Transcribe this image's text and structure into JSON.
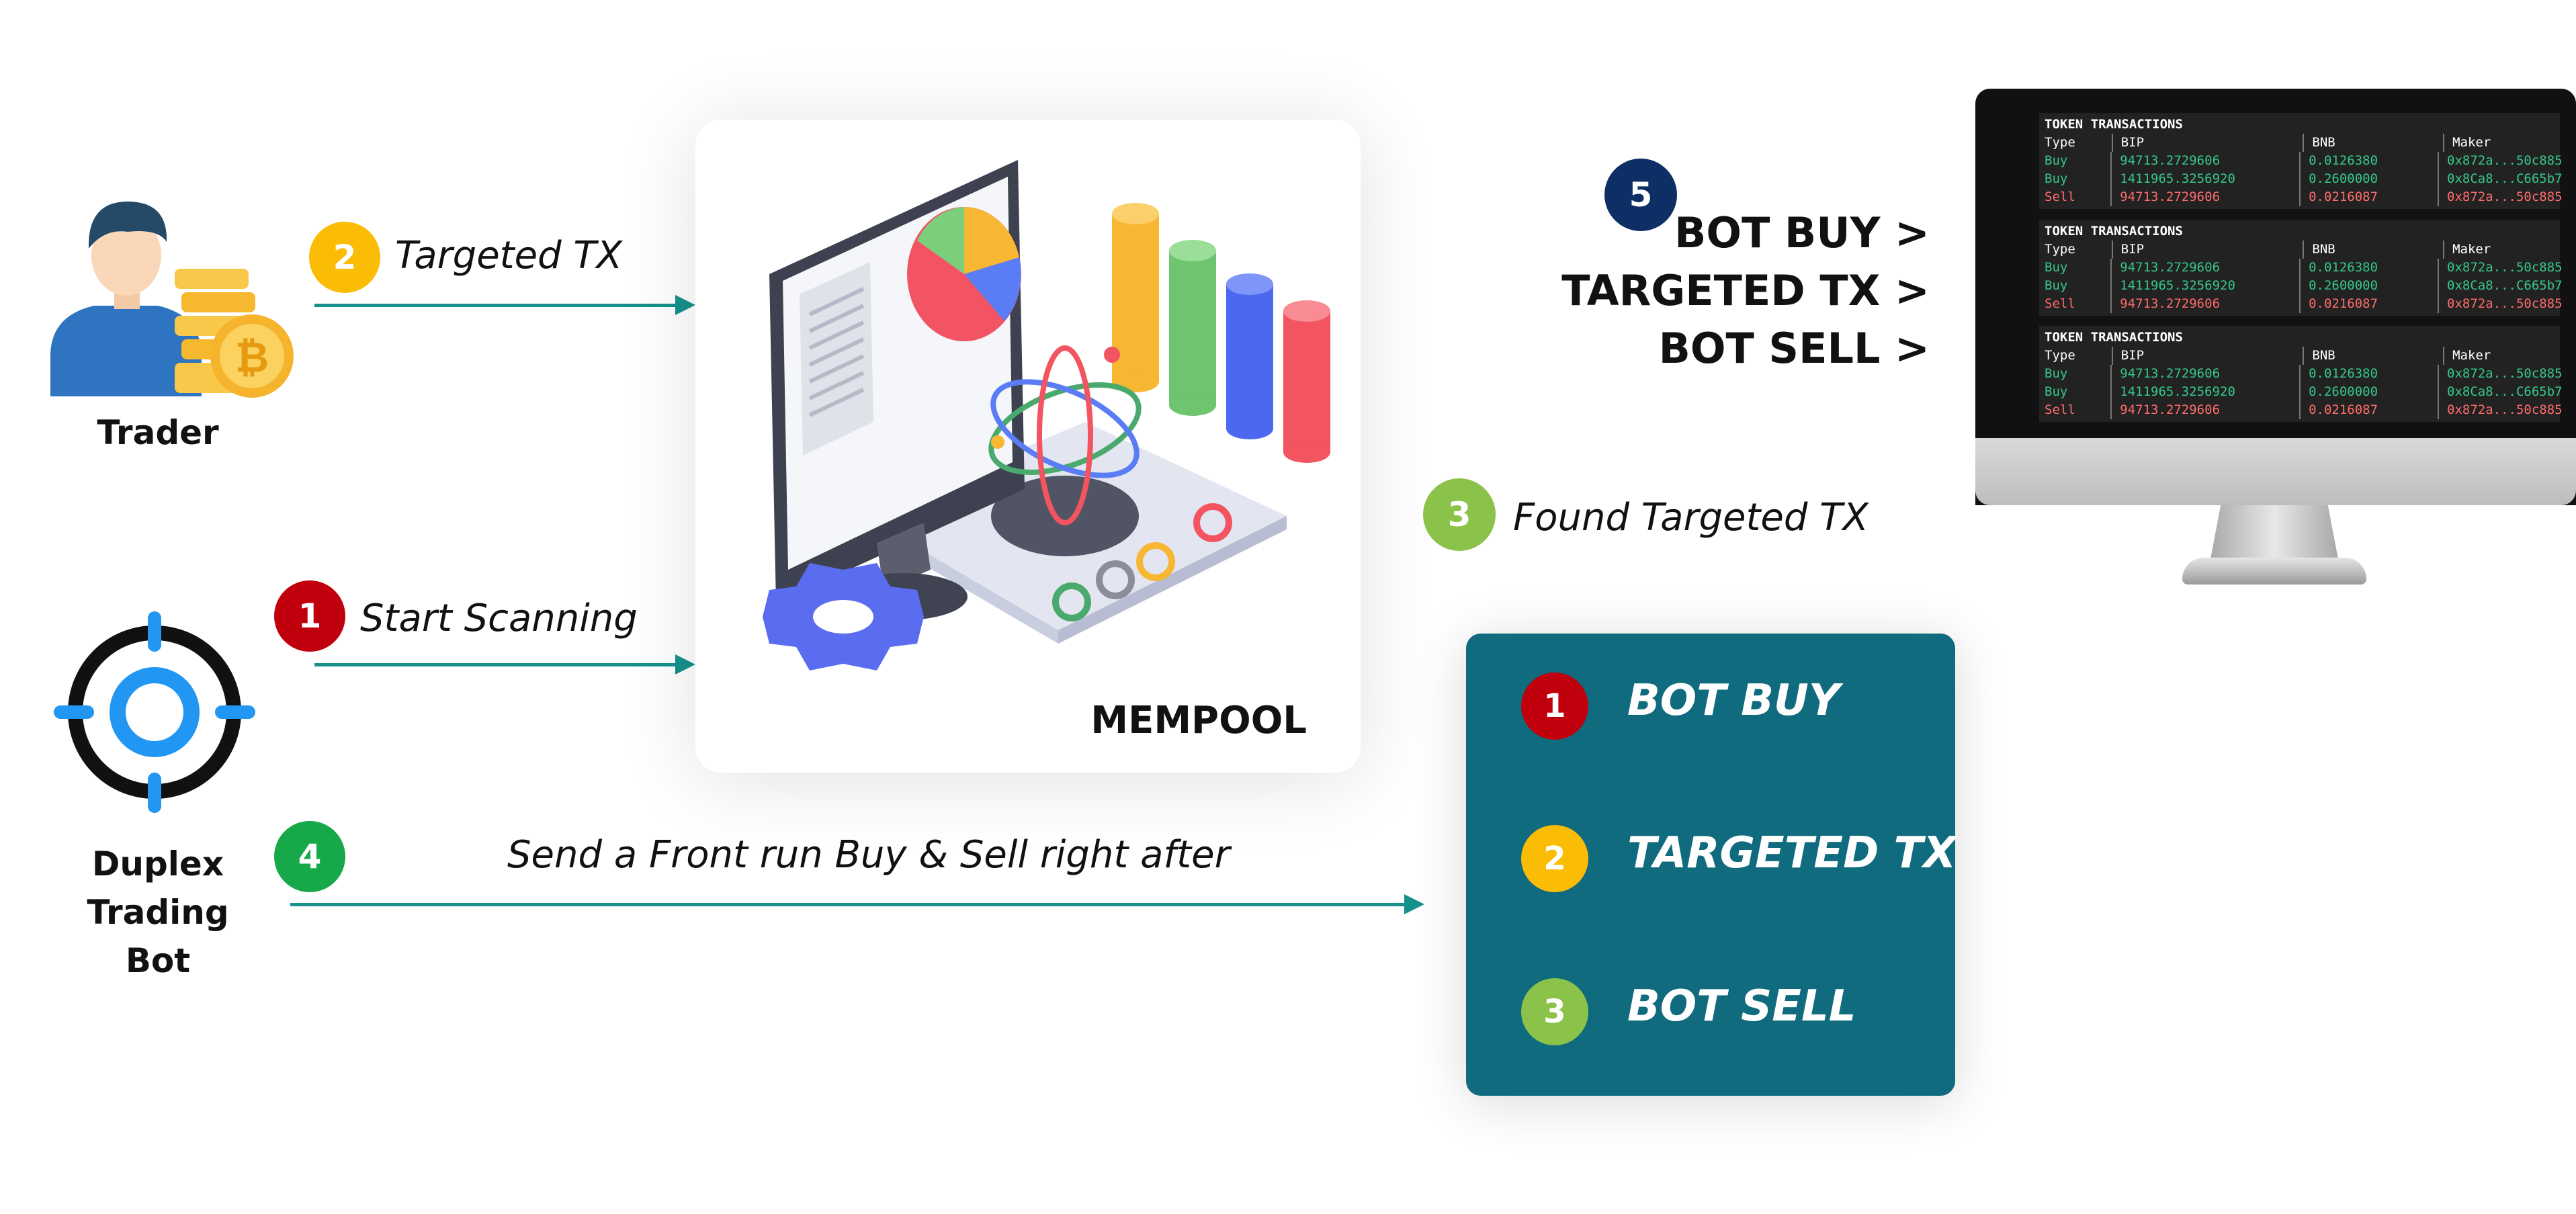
{
  "actors": {
    "trader": "Trader",
    "bot": "Duplex Trading Bot"
  },
  "mempool": {
    "label": "MEMPOOL"
  },
  "steps": {
    "targeted_tx": {
      "num": "2",
      "text": "Targeted TX",
      "color": "#fbbc05"
    },
    "start_scanning": {
      "num": "1",
      "text": "Start Scanning",
      "color": "#c0000c"
    },
    "send_front_run": {
      "num": "4",
      "text": "Send a Front run Buy & Sell right after",
      "color": "#17a84a"
    },
    "found_targeted": {
      "num": "3",
      "text": "Found Targeted TX",
      "color": "#8bc34a"
    },
    "sequence": {
      "num": "5",
      "color": "#0d2f66"
    }
  },
  "sequence_lines": [
    "BOT BUY >",
    "TARGETED TX >",
    "BOT SELL >"
  ],
  "result_panel": [
    {
      "num": "1",
      "text": "BOT BUY",
      "color": "#c0000c"
    },
    {
      "num": "2",
      "text": "TARGETED TX",
      "color": "#fbbc05"
    },
    {
      "num": "3",
      "text": "BOT SELL",
      "color": "#8bc34a"
    }
  ],
  "token_tables": [
    {
      "title": "TOKEN TRANSACTIONS",
      "header": [
        "Type",
        "BIP",
        "BNB",
        "Maker"
      ],
      "rows": [
        {
          "type": "Buy",
          "bip": "94713.2729606",
          "bnb": "0.0126380",
          "maker": "0x872a...50c885"
        },
        {
          "type": "Buy",
          "bip": "1411965.3256920",
          "bnb": "0.2600000",
          "maker": "0x8Ca8...C665b7"
        },
        {
          "type": "Sell",
          "bip": "94713.2729606",
          "bnb": "0.0216087",
          "maker": "0x872a...50c885"
        }
      ]
    },
    {
      "title": "TOKEN TRANSACTIONS",
      "header": [
        "Type",
        "BIP",
        "BNB",
        "Maker"
      ],
      "rows": [
        {
          "type": "Buy",
          "bip": "94713.2729606",
          "bnb": "0.0126380",
          "maker": "0x872a...50c885"
        },
        {
          "type": "Buy",
          "bip": "1411965.3256920",
          "bnb": "0.2600000",
          "maker": "0x8Ca8...C665b7"
        },
        {
          "type": "Sell",
          "bip": "94713.2729606",
          "bnb": "0.0216087",
          "maker": "0x872a...50c885"
        }
      ]
    },
    {
      "title": "TOKEN TRANSACTIONS",
      "header": [
        "Type",
        "BIP",
        "BNB",
        "Maker"
      ],
      "rows": [
        {
          "type": "Buy",
          "bip": "94713.2729606",
          "bnb": "0.0126380",
          "maker": "0x872a...50c885"
        },
        {
          "type": "Buy",
          "bip": "1411965.3256920",
          "bnb": "0.2600000",
          "maker": "0x8Ca8...C665b7"
        },
        {
          "type": "Sell",
          "bip": "94713.2729606",
          "bnb": "0.0216087",
          "maker": "0x872a...50c885"
        }
      ]
    }
  ],
  "colors": {
    "arrow": "#16918d",
    "panel": "#0f6b7d"
  },
  "icons": {
    "trader": "trader-with-coins-icon",
    "bot": "target-crosshair-icon",
    "mempool": "isometric-data-analysis-illustration",
    "monitor": "desktop-monitor-icon"
  }
}
